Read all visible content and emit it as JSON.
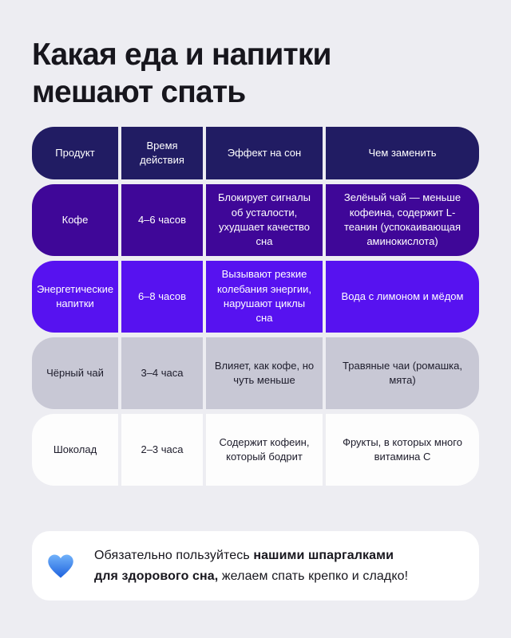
{
  "page": {
    "background": "#ededf2",
    "title_line1": "Какая еда и напитки",
    "title_line2": "мешают спать",
    "title_color": "#17161d"
  },
  "table": {
    "header": {
      "bg": "#211c63",
      "text_color": "#ffffff",
      "col_product": "Продукт",
      "col_duration": "Время действия",
      "col_effect": "Эффект на сон",
      "col_replacement": "Чем заменить"
    },
    "rows": [
      {
        "bg": "#3f0798",
        "text_color": "#ffffff",
        "product": "Кофе",
        "duration": "4–6 часов",
        "effect": "Блокирует сигналы об усталости, ухудшает качество сна",
        "replacement": "Зелёный чай — меньше кофеина, содержит L-теанин (успокаивающая аминокислота)"
      },
      {
        "bg": "#5712f0",
        "text_color": "#ffffff",
        "product": "Энергетические напитки",
        "duration": "6–8 часов",
        "effect": "Вызывают резкие колебания энергии, нарушают циклы сна",
        "replacement": "Вода с лимоном и мёдом"
      },
      {
        "bg": "#c8c8d5",
        "text_color": "#1d1c2b",
        "product": "Чёрный чай",
        "duration": "3–4 часа",
        "effect": "Влияет, как кофе, но чуть меньше",
        "replacement": "Травяные чаи (ромашка, мята)"
      },
      {
        "bg": "#fdfdfd",
        "text_color": "#1d1c2b",
        "product": "Шоколад",
        "duration": "2–3 часа",
        "effect": "Содержит кофеин, который бодрит",
        "replacement": "Фрукты, в которых много витамина C"
      }
    ]
  },
  "footer": {
    "bg": "#ffffff",
    "icon": "blue-heart-emoji",
    "heart_top_color": "#71b2fa",
    "heart_bottom_color": "#1e62de",
    "line1_regular": "Обязательно пользуйтесь ",
    "line1_bold": "нашими шпаргалками",
    "line2_bold": "для здорового сна,",
    "line2_regular": " желаем спать крепко и сладко!"
  }
}
